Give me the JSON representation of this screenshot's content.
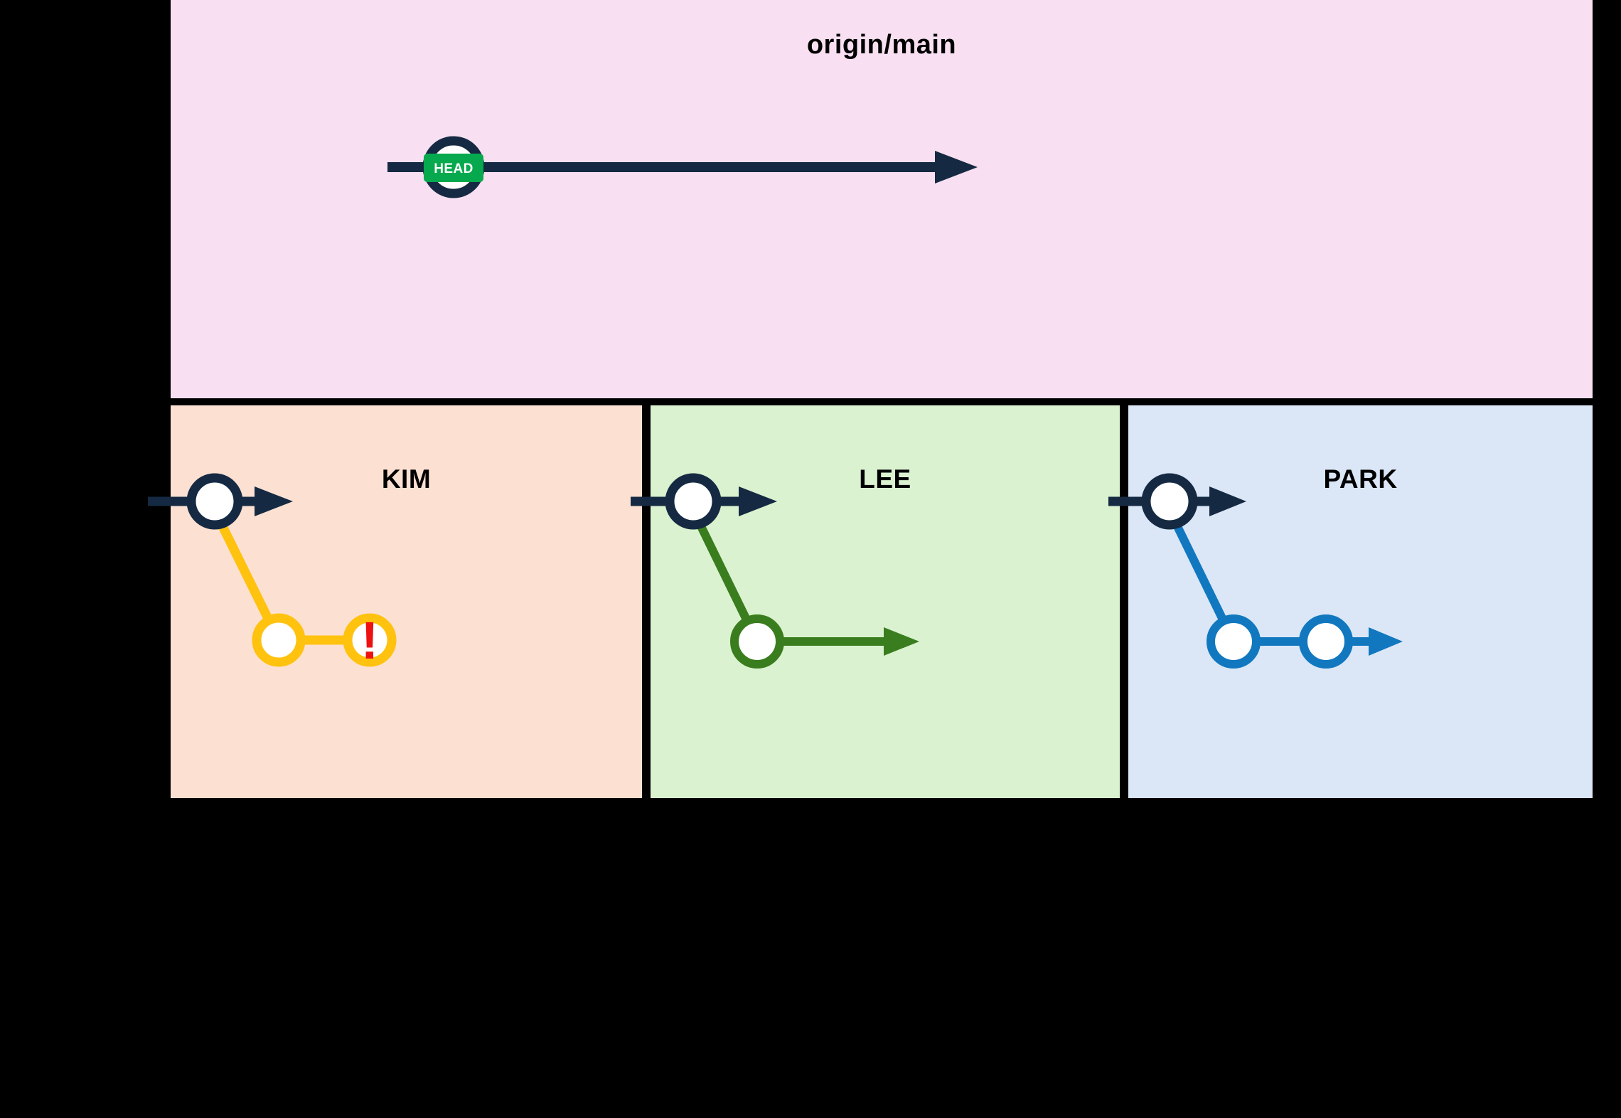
{
  "page": {
    "background_color": "#000000",
    "title": "Git branching diagram: origin/main with three developer local repositories"
  },
  "remote": {
    "label": "origin/main",
    "background_color": "#f8e0f2",
    "branch_color": "#152a42",
    "node": {
      "name": "head-commit-node",
      "fill": "#ffffff",
      "stroke": "#152a42",
      "badge": {
        "label": "HEAD",
        "background_color": "#06a94d",
        "text_color": "#ffffff"
      }
    },
    "arrow": {
      "name": "main-branch-arrow",
      "color": "#152a42",
      "direction": "right"
    }
  },
  "developers": [
    {
      "id": "kim",
      "label": "KIM",
      "background_color": "#fce1d3",
      "main_color": "#152a42",
      "branch_color": "#ffc20e",
      "commits": 2,
      "has_conflict": true,
      "conflict_marker": "!",
      "conflict_color": "#ee1111",
      "branch_has_arrow": false
    },
    {
      "id": "lee",
      "label": "LEE",
      "background_color": "#dbf2d0",
      "main_color": "#152a42",
      "branch_color": "#3a7d1e",
      "commits": 1,
      "has_conflict": false,
      "conflict_marker": "",
      "conflict_color": "",
      "branch_has_arrow": true
    },
    {
      "id": "park",
      "label": "PARK",
      "background_color": "#dbe7f7",
      "main_color": "#152a42",
      "branch_color": "#1178c0",
      "commits": 2,
      "has_conflict": false,
      "conflict_marker": "",
      "conflict_color": "",
      "branch_has_arrow": true
    }
  ]
}
